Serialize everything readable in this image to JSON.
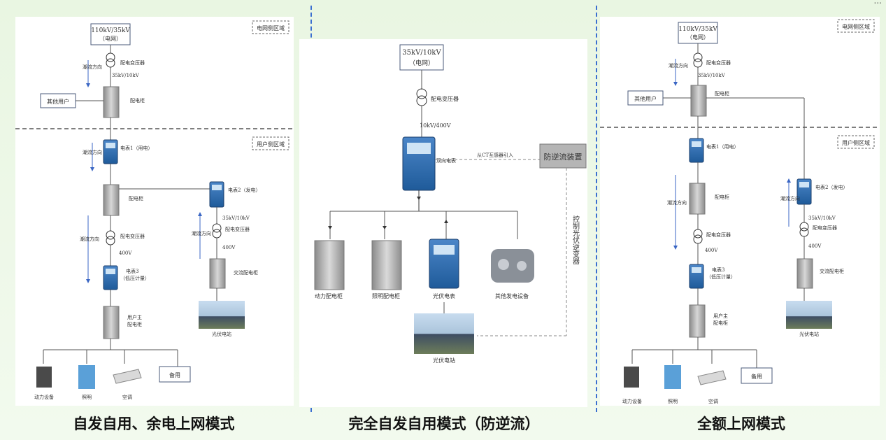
{
  "corner_text": "...",
  "captions": [
    "自发自用、余电上网模式",
    "完全自发自用模式（防逆流）",
    "全额上网模式"
  ],
  "left": {
    "grid_box": [
      "110kV/35kV",
      "（电网）"
    ],
    "grid_zone": "电网侧区域",
    "user_zone": "用户侧区域",
    "transformer1": "配电变压器",
    "voltage1": "35kV/10kV",
    "cabinet1": "配电柜",
    "other_users": "其他用户",
    "flow_dir": "潮流方向",
    "meter1": "电表1（用电）",
    "cabinet2": "配电柜",
    "meter2": "电表2（发电）",
    "voltage_pv": "35kV/10kV",
    "transformer_pv": "配电变压器",
    "v400_pv": "400V",
    "ac_cabinet": "交流配电柜",
    "pv_station": "光伏电站",
    "transformer2": "配电变压器",
    "v400": "400V",
    "meter3": "电表3",
    "meter3_sub": "（低压计量）",
    "main_cabinet": "用户主",
    "main_cabinet2": "配电柜",
    "loads": [
      "动力设备",
      "照明",
      "空调"
    ],
    "spare": "备用"
  },
  "middle": {
    "grid_box": [
      "35kV/10kV",
      "（电网）"
    ],
    "transformer": "配电变压器",
    "voltage": "10kV/400V",
    "meter": "双向电表",
    "ct_text": "从CT互感器引入",
    "anti_reverse": "防逆流装置",
    "control_text": "控制光伏逆变器",
    "loads": [
      "动力配电柜",
      "照明配电柜",
      "光伏电表",
      "其他发电设备"
    ],
    "pv_station": "光伏电站"
  },
  "right": {
    "grid_box": [
      "110kV/35kV",
      "（电网）"
    ],
    "grid_zone": "电网侧区域",
    "user_zone": "用户侧区域",
    "transformer1": "配电变压器",
    "voltage1": "35kV/10kV",
    "cabinet1": "配电柜",
    "other_users": "其他用户",
    "flow_dir": "潮流方向",
    "meter1": "电表1（用电）",
    "cabinet2": "配电柜",
    "meter2": "电表2（发电）",
    "voltage_pv": "35kV/10kV",
    "transformer_pv": "配电变压器",
    "v400_pv": "400V",
    "ac_cabinet": "交流配电柜",
    "pv_station": "光伏电站",
    "transformer2": "配电变压器",
    "v400": "400V",
    "meter3": "电表3",
    "meter3_sub": "（低压计量）",
    "main_cabinet": "用户主",
    "main_cabinet2": "配电柜",
    "loads": [
      "动力设备",
      "照明",
      "空调"
    ],
    "spare": "备用"
  }
}
